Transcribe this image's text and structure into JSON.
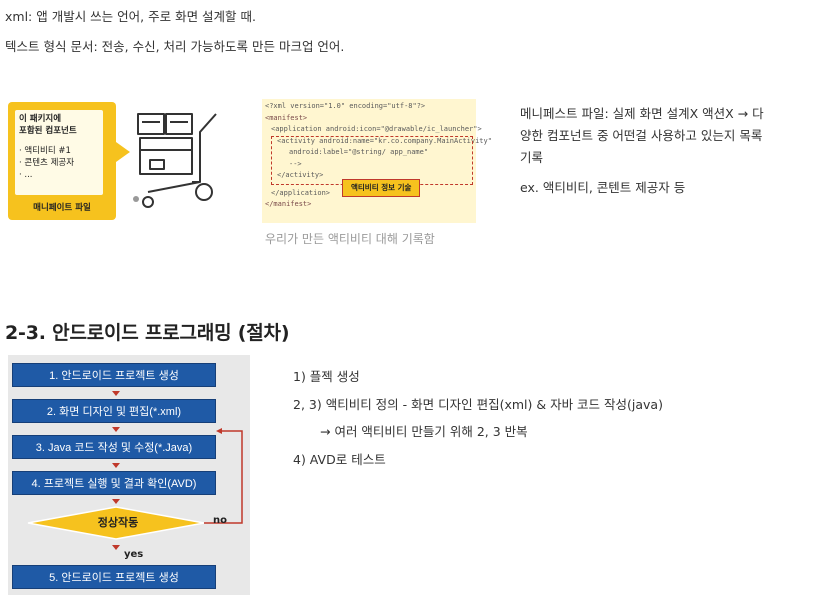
{
  "intro": {
    "line1": "xml: 앱 개발시 쓰는 언어, 주로 화면 설계할 때.",
    "line2": "텍스트 형식 문서: 전송, 수신, 처리 가능하도록 만든 마크업 언어."
  },
  "manifest_illustration": {
    "bubble_title": "이 패키지에\n포함된 컴포넌트",
    "bubble_items": [
      "· 액티비티 #1",
      "· 콘텐츠 제공자",
      "· ..."
    ],
    "bubble_footer": "매니페이트 파일"
  },
  "code_image": {
    "lines": [
      "<?xml version=\"1.0\" encoding=\"utf-8\"?>",
      "<manifest>",
      "<application android:icon=\"@drawable/ic_launcher\">",
      "<activity android:name=\"kr.co.company.MainActivity\"",
      "android:label=\"@string/ app_name\"",
      "-->",
      "</activity>",
      "</application>",
      "</manifest>"
    ],
    "badge": "액티비티 정보 기술",
    "caption": "우리가 만든 액티비티 대해 기록함"
  },
  "manifest_desc": {
    "text_lines": [
      "메니페스트 파일: 실제 화면 설계X 액션X → 다",
      "양한 컴포넌트 중 어떤걸 사용하고 있는지 목록",
      "기록"
    ],
    "example": "ex. 액티비티, 콘텐트 제공자 등"
  },
  "section": {
    "title": "2-3. 안드로이드 프로그래밍 (절차)"
  },
  "flowchart": {
    "steps": [
      "1. 안드로이드 프로젝트 생성",
      "2. 화면 디자인 및 편집(*.xml)",
      "3. Java 코드 작성 및 수정(*.Java)",
      "4. 프로젝트 실행 및 결과 확인(AVD)",
      "5. 안드로이드 프로젝트 생성"
    ],
    "decision": "정상작동",
    "no_label": "no",
    "yes_label": "yes"
  },
  "procedure": {
    "items": [
      "1) 플젝 생성",
      "2, 3) 액티비티 정의 - 화면 디자인 편집(xml) & 자바 코드 작성(java)",
      "→ 여러 액티비티 만들기 위해 2, 3 반복",
      "4) AVD로 테스트"
    ]
  },
  "colors": {
    "flow_box": "#1f5aa6",
    "diamond": "#f6c21e",
    "arrow": "#c0392b",
    "bubble": "#f6c21e"
  }
}
